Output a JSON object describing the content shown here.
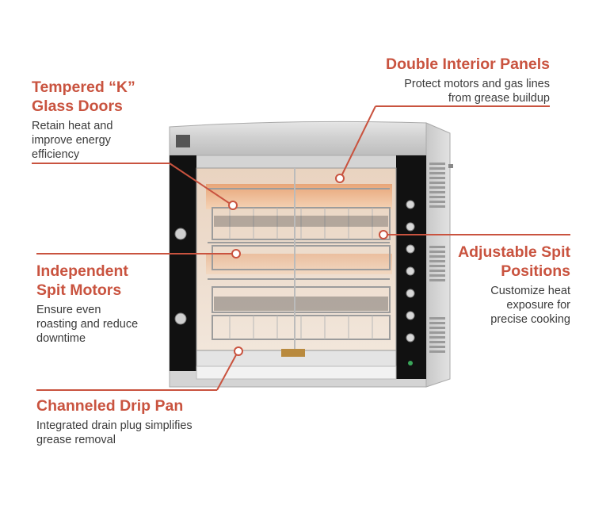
{
  "accent_color": "#c9533f",
  "text_color": "#3b3b3b",
  "callouts": {
    "tempered_doors": {
      "title_line1": "Tempered “K”",
      "title_line2": "Glass Doors",
      "desc_line1": "Retain heat and",
      "desc_line2": "improve energy",
      "desc_line3": "efficiency"
    },
    "double_panels": {
      "title": "Double Interior Panels",
      "desc_line1": "Protect motors and gas lines",
      "desc_line2": "from grease buildup"
    },
    "spit_motors": {
      "title_line1": "Independent",
      "title_line2": "Spit Motors",
      "desc_line1": "Ensure even",
      "desc_line2": "roasting and reduce",
      "desc_line3": "downtime"
    },
    "spit_positions": {
      "title_line1": "Adjustable Spit",
      "title_line2": "Positions",
      "desc_line1": "Customize heat",
      "desc_line2": "exposure for",
      "desc_line3": "precise cooking"
    },
    "drip_pan": {
      "title": "Channeled Drip Pan",
      "desc_line1": "Integrated drain plug simplifies",
      "desc_line2": "grease removal"
    }
  },
  "icons": [
    "rotisserie-oven-illustration",
    "control-knob-icon",
    "leader-dot-icon"
  ]
}
